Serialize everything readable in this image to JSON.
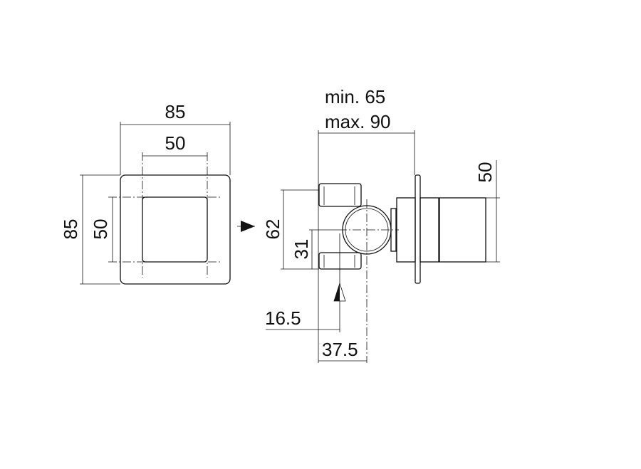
{
  "front_view": {
    "width": "85",
    "inner_width": "50",
    "height": "85",
    "inner_height": "50"
  },
  "side_view": {
    "depth_min": "min. 65",
    "depth_max": "max. 90",
    "handle_size": "50",
    "inlet_spacing": "62",
    "inlet_half": "31",
    "offset_small": "16.5",
    "offset_large": "37.5"
  }
}
